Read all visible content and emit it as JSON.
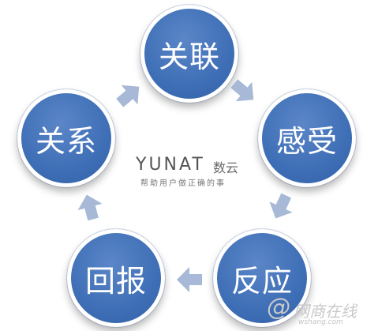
{
  "nodes": [
    {
      "label": "关联"
    },
    {
      "label": "感受"
    },
    {
      "label": "反应"
    },
    {
      "label": "回报"
    },
    {
      "label": "关系"
    }
  ],
  "arrow_color": "#a7b9d6",
  "node_color": "#3f6fb6",
  "logo": {
    "wordmark": "YUNAT",
    "cn_name": "数云",
    "slogan": "帮助用户做正确的事"
  },
  "watermark": {
    "symbol": "@",
    "cn_text": "网商在线",
    "url": "wshang.com"
  }
}
